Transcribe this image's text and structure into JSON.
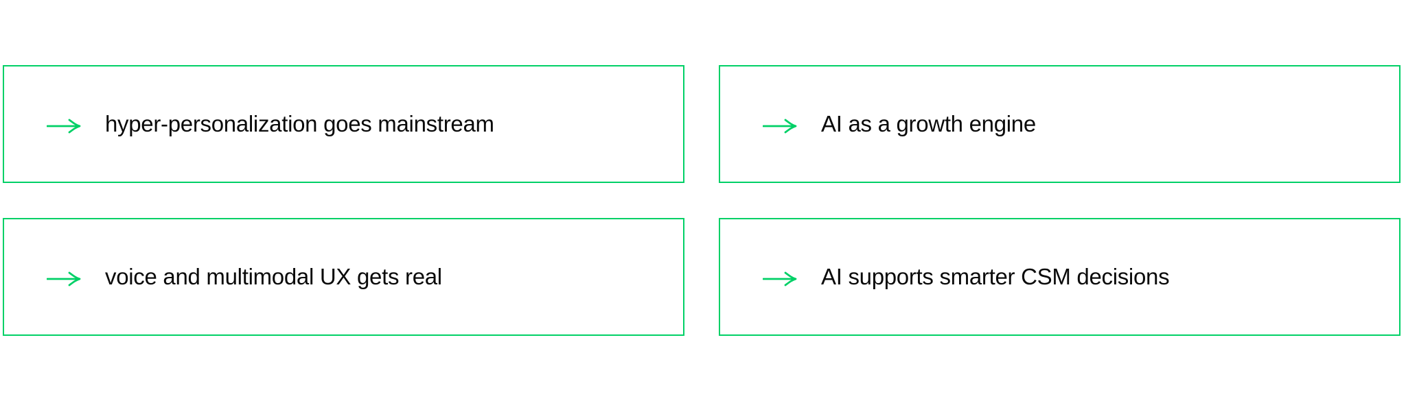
{
  "theme": {
    "accent_green": "#00d066",
    "text_color": "#0a0a0a",
    "background": "#ffffff"
  },
  "cards": [
    {
      "icon": "arrow-right-icon",
      "label": "hyper-personalization goes mainstream"
    },
    {
      "icon": "arrow-right-icon",
      "label": "AI as a growth engine"
    },
    {
      "icon": "arrow-right-icon",
      "label": "voice and multimodal UX gets real"
    },
    {
      "icon": "arrow-right-icon",
      "label": "AI supports smarter CSM decisions"
    }
  ]
}
